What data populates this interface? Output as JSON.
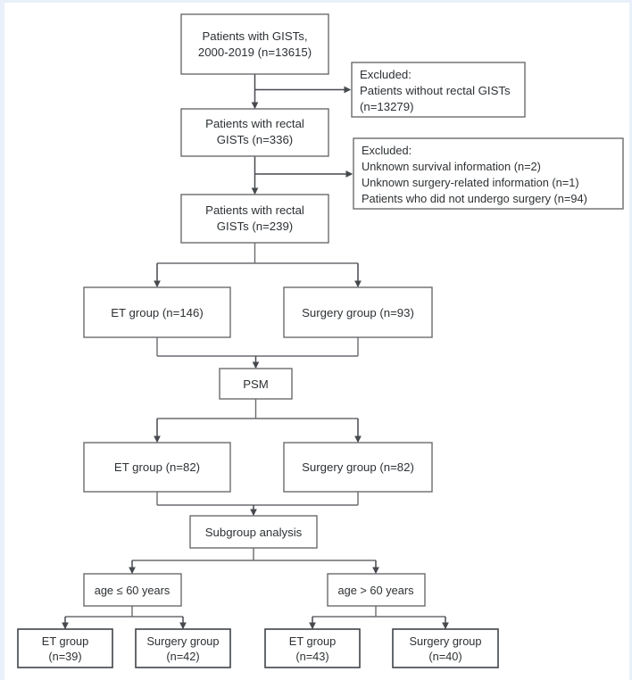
{
  "figure": {
    "type": "flowchart",
    "title": "Patient selection flow diagram",
    "colors": {
      "box_border": "#6b6b70",
      "box_border_dark": "#3f4449",
      "connector": "#6b6b70",
      "text": "#2d3134",
      "background": "#ffffff",
      "edge_strip": "#e9f0f9"
    }
  },
  "nodes": {
    "cohort_all": {
      "line1": "Patients with GISTs,",
      "line2": "2000-2019 (n=13615)"
    },
    "excluded_1": {
      "line1": "Excluded:",
      "line2": "Patients without rectal GISTs",
      "line3": "(n=13279)"
    },
    "cohort_rectal_336": {
      "line1": "Patients with rectal",
      "line2": "GISTs (n=336)"
    },
    "excluded_2": {
      "line1": "Excluded:",
      "line2": "Unknown survival information (n=2)",
      "line3": "Unknown surgery-related information (n=1)",
      "line4": "Patients who did not undergo surgery (n=94)"
    },
    "cohort_rectal_239": {
      "line1": "Patients with rectal",
      "line2": "GISTs (n=239)"
    },
    "et_group_146": {
      "label": "ET group (n=146)"
    },
    "surgery_group_93": {
      "label": "Surgery group (n=93)"
    },
    "psm": {
      "label": "PSM"
    },
    "et_group_82": {
      "label": "ET group (n=82)"
    },
    "surgery_group_82": {
      "label": "Surgery group (n=82)"
    },
    "subgroup_analysis": {
      "label": "Subgroup analysis"
    },
    "age_le_60": {
      "label": "age ≤ 60 years"
    },
    "age_gt_60": {
      "label": "age > 60 years"
    },
    "et_group_39": {
      "line1": "ET group",
      "line2": "(n=39)"
    },
    "surgery_group_42": {
      "line1": "Surgery group",
      "line2": "(n=42)"
    },
    "et_group_43": {
      "line1": "ET group",
      "line2": "(n=43)"
    },
    "surgery_group_40": {
      "line1": "Surgery group",
      "line2": "(n=40)"
    }
  }
}
